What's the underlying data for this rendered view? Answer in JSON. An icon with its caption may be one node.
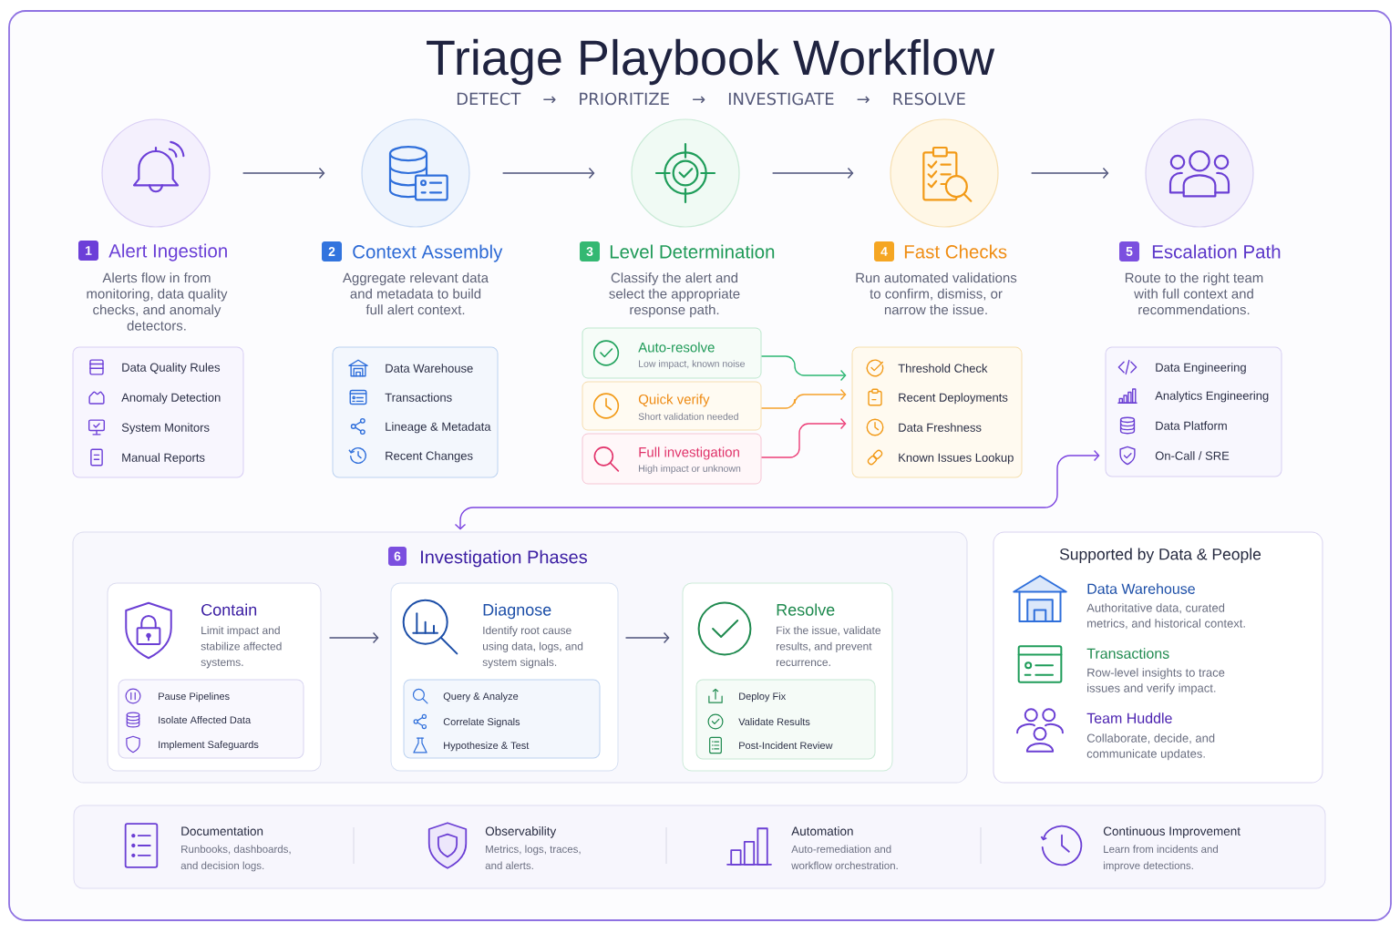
{
  "diagram": {
    "title": "Triage Playbook Workflow",
    "nodes": [
      {
        "text": [],
        "shape": "circle"
      },
      {
        "text": [
          "1"
        ],
        "beside": [
          "Alert Ingestion",
          "Alerts flow in from monitoring, data quality checks, and anomaly detectors."
        ]
      },
      {
        "text": [
          "Data Quality Rules",
          "Anomaly Detection",
          "System Monitors",
          "Manual Reports"
        ]
      },
      {
        "text": [],
        "shape": "circle"
      },
      {
        "text": [
          "2"
        ],
        "beside": [
          "Context Assembly",
          "Aggregate relevant data and metadata to build full alert context."
        ]
      },
      {
        "text": [
          "Data Warehouse",
          "Transactions",
          "Lineage & Metadata",
          "Recent Changes"
        ]
      },
      {
        "text": [],
        "shape": "circle"
      },
      {
        "text": [
          "3"
        ],
        "beside": [
          "Level Determination",
          "Classify the alert and select the appropriate response path."
        ]
      },
      {
        "text": [
          "Auto-resolve",
          "Low impact, known noise"
        ]
      },
      {
        "text": [
          "Quick verify",
          "Short validation needed"
        ]
      },
      {
        "text": [
          "Full investigation",
          "High impact or unknown"
        ]
      },
      {
        "text": [],
        "shape": "circle"
      },
      {
        "text": [
          "4"
        ],
        "beside": [
          "Fast Checks",
          "Run automated validations to confirm, dismiss, or narrow the issue."
        ]
      },
      {
        "text": [
          "Threshold Check",
          "Recent Deployments",
          "Data Freshness",
          "Known Issues Lookup"
        ]
      },
      {
        "text": [],
        "shape": "circle"
      },
      {
        "text": [
          "5"
        ],
        "beside": [
          "Escalation Path",
          "Route to the right team with full context and recommendations."
        ]
      },
      {
        "text": [
          "Data Engineering",
          "Analytics Engineering",
          "Data Platform",
          "On-Call / SRE"
        ]
      },
      {
        "text": [
          "Investigation Phases"
        ]
      },
      {
        "text": [
          "6"
        ],
        "in": 17
      },
      {
        "text": [
          "Contain",
          "Limit impact and stabilize affected systems."
        ],
        "in": 17
      },
      {
        "text": [
          "Pause Pipelines",
          "Isolate Affected Data",
          "Implement Safeguards"
        ],
        "in": 19
      },
      {
        "text": [
          "Diagnose",
          "Identify root cause using data, logs, and system signals."
        ],
        "in": 17
      },
      {
        "text": [
          "Query & Analyze",
          "Correlate Signals",
          "Hypothesize & Test"
        ],
        "in": 21
      },
      {
        "text": [
          "Resolve",
          "Fix the issue, validate results, and prevent recurrence."
        ],
        "in": 17
      },
      {
        "text": [
          "Deploy Fix",
          "Validate Results",
          "Post-Incident Review"
        ],
        "in": 23
      },
      {
        "text": [
          "Supported by Data & People",
          "Data Warehouse",
          "Authoritative data, curated metrics, and historical context.",
          "Transactions",
          "Row-level insights to trace issues and verify impact.",
          "Team Huddle",
          "Collaborate, decide, and communicate updates."
        ]
      },
      {
        "text": [
          "Documentation",
          "Runbooks, dashboards, and decision logs.",
          "Observability",
          "Metrics, logs, traces, and alerts.",
          "Automation",
          "Auto-remediation and workflow orchestration.",
          "Continuous Improvement",
          "Learn from incidents and improve detections."
        ]
      }
    ],
    "edges": [
      {
        "from": 0,
        "to": 3,
        "arrow": "to"
      },
      {
        "from": 3,
        "to": 6,
        "arrow": "to"
      },
      {
        "from": 6,
        "to": 11,
        "arrow": "to"
      },
      {
        "from": 11,
        "to": 14,
        "arrow": "to"
      },
      {
        "from": 8,
        "to": 13,
        "arrow": "to",
        "color": "#2bb673"
      },
      {
        "from": 9,
        "to": 13,
        "arrow": "to",
        "color": "#f5a12b"
      },
      {
        "from": 10,
        "to": 13,
        "arrow": "to",
        "color": "#ec3f78"
      },
      {
        "from": 17,
        "to": 16,
        "arrow": "both",
        "color": "#7b43e0"
      },
      {
        "from": 19,
        "to": 21,
        "arrow": "to"
      },
      {
        "from": 21,
        "to": 23,
        "arrow": "to"
      }
    ],
    "labels": [
      "DETECT → PRIORITIZE → INVESTIGATE → RESOLVE"
    ]
  }
}
